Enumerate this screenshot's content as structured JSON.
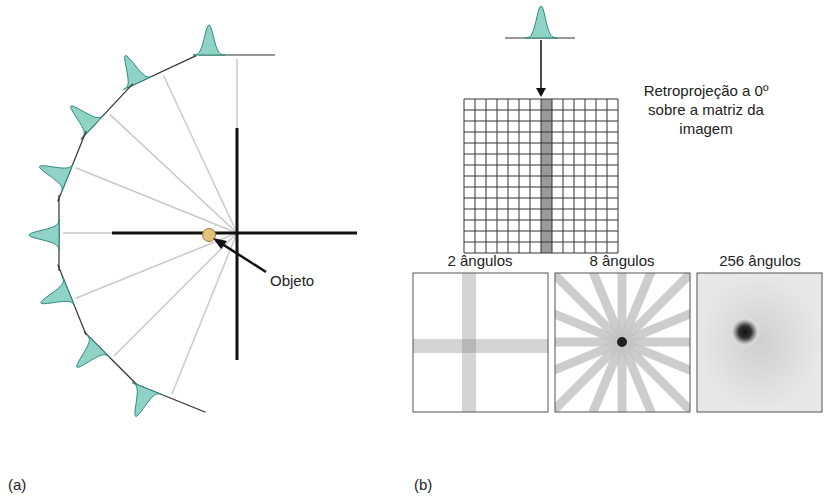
{
  "diagram": {
    "labels": [
      "Objeto",
      "Retroprojeção a 0º sobre a matriz da imagem",
      "2 ângulos",
      "8 ângulos",
      "256 ângulos",
      "(a)",
      "(b)"
    ]
  }
}
